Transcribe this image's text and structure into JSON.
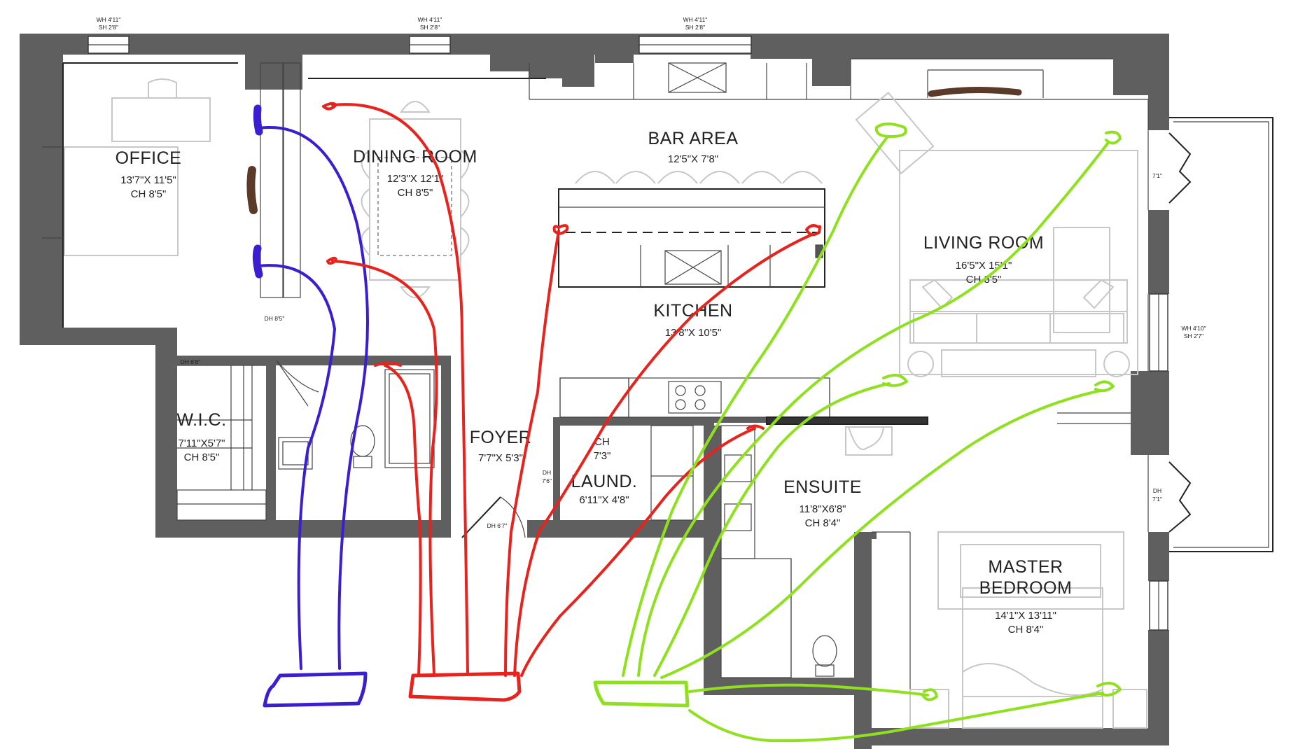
{
  "rooms": {
    "office": {
      "name": "OFFICE",
      "size": "13'7\"X 11'5\"",
      "ceiling": "CH 8'5\""
    },
    "dining": {
      "name": "DINING ROOM",
      "size": "12'3\"X 12'1\"",
      "ceiling": "CH 8'5\""
    },
    "bar": {
      "name": "BAR AREA",
      "size": "12'5\"X 7'8\""
    },
    "living": {
      "name": "LIVING ROOM",
      "size": "16'5\"X 15'1\"",
      "ceiling": "CH 8'5\""
    },
    "kitchen": {
      "name": "KITCHEN",
      "size": "13'8\"X 10'5\""
    },
    "wic": {
      "name": "W.I.C.",
      "size": "7'11\"X5'7\"",
      "ceiling": "CH 8'5\""
    },
    "foyer": {
      "name": "FOYER",
      "size": "7'7\"X 5'3\""
    },
    "laundry": {
      "name": "LAUND.",
      "size": "6'11\"X 4'8\""
    },
    "closet": {
      "name": "CH",
      "size": "7'3\""
    },
    "ensuite": {
      "name": "ENSUITE",
      "size": "11'8\"X6'8\"",
      "ceiling": "CH 8'4\""
    },
    "master": {
      "name_line1": "MASTER",
      "name_line2": "BEDROOM",
      "size": "14'1\"X 13'11\"",
      "ceiling": "CH 8'4\""
    }
  },
  "annotations": {
    "win_1_wh": "WH 4'11\"",
    "win_1_sh": "SH 2'8\"",
    "win_2_wh": "WH 4'11\"",
    "win_2_sh": "SH 2'8\"",
    "win_3_wh": "WH 4'11\"",
    "win_3_sh": "SH 2'8\"",
    "win_east_wh": "WH 4'10\"",
    "win_east_sh": "SH 2'7\"",
    "dh_office": "DH 8'5\"",
    "dh_wic": "DH 6'8\"",
    "dh_foyer": "DH 6'7\"",
    "dh_laundry_1": "DH",
    "dh_laundry_2": "7'6\"",
    "dh_balcony_1": "DH",
    "dh_balcony_2": "7'1\"",
    "balcony_top": "7'1\""
  },
  "colors": {
    "wall": "#5f5f5f",
    "purple_run": "#3a1fd0",
    "red_run": "#e8221c",
    "green_run": "#8fe11f",
    "brown_mark": "#5b3a29"
  }
}
